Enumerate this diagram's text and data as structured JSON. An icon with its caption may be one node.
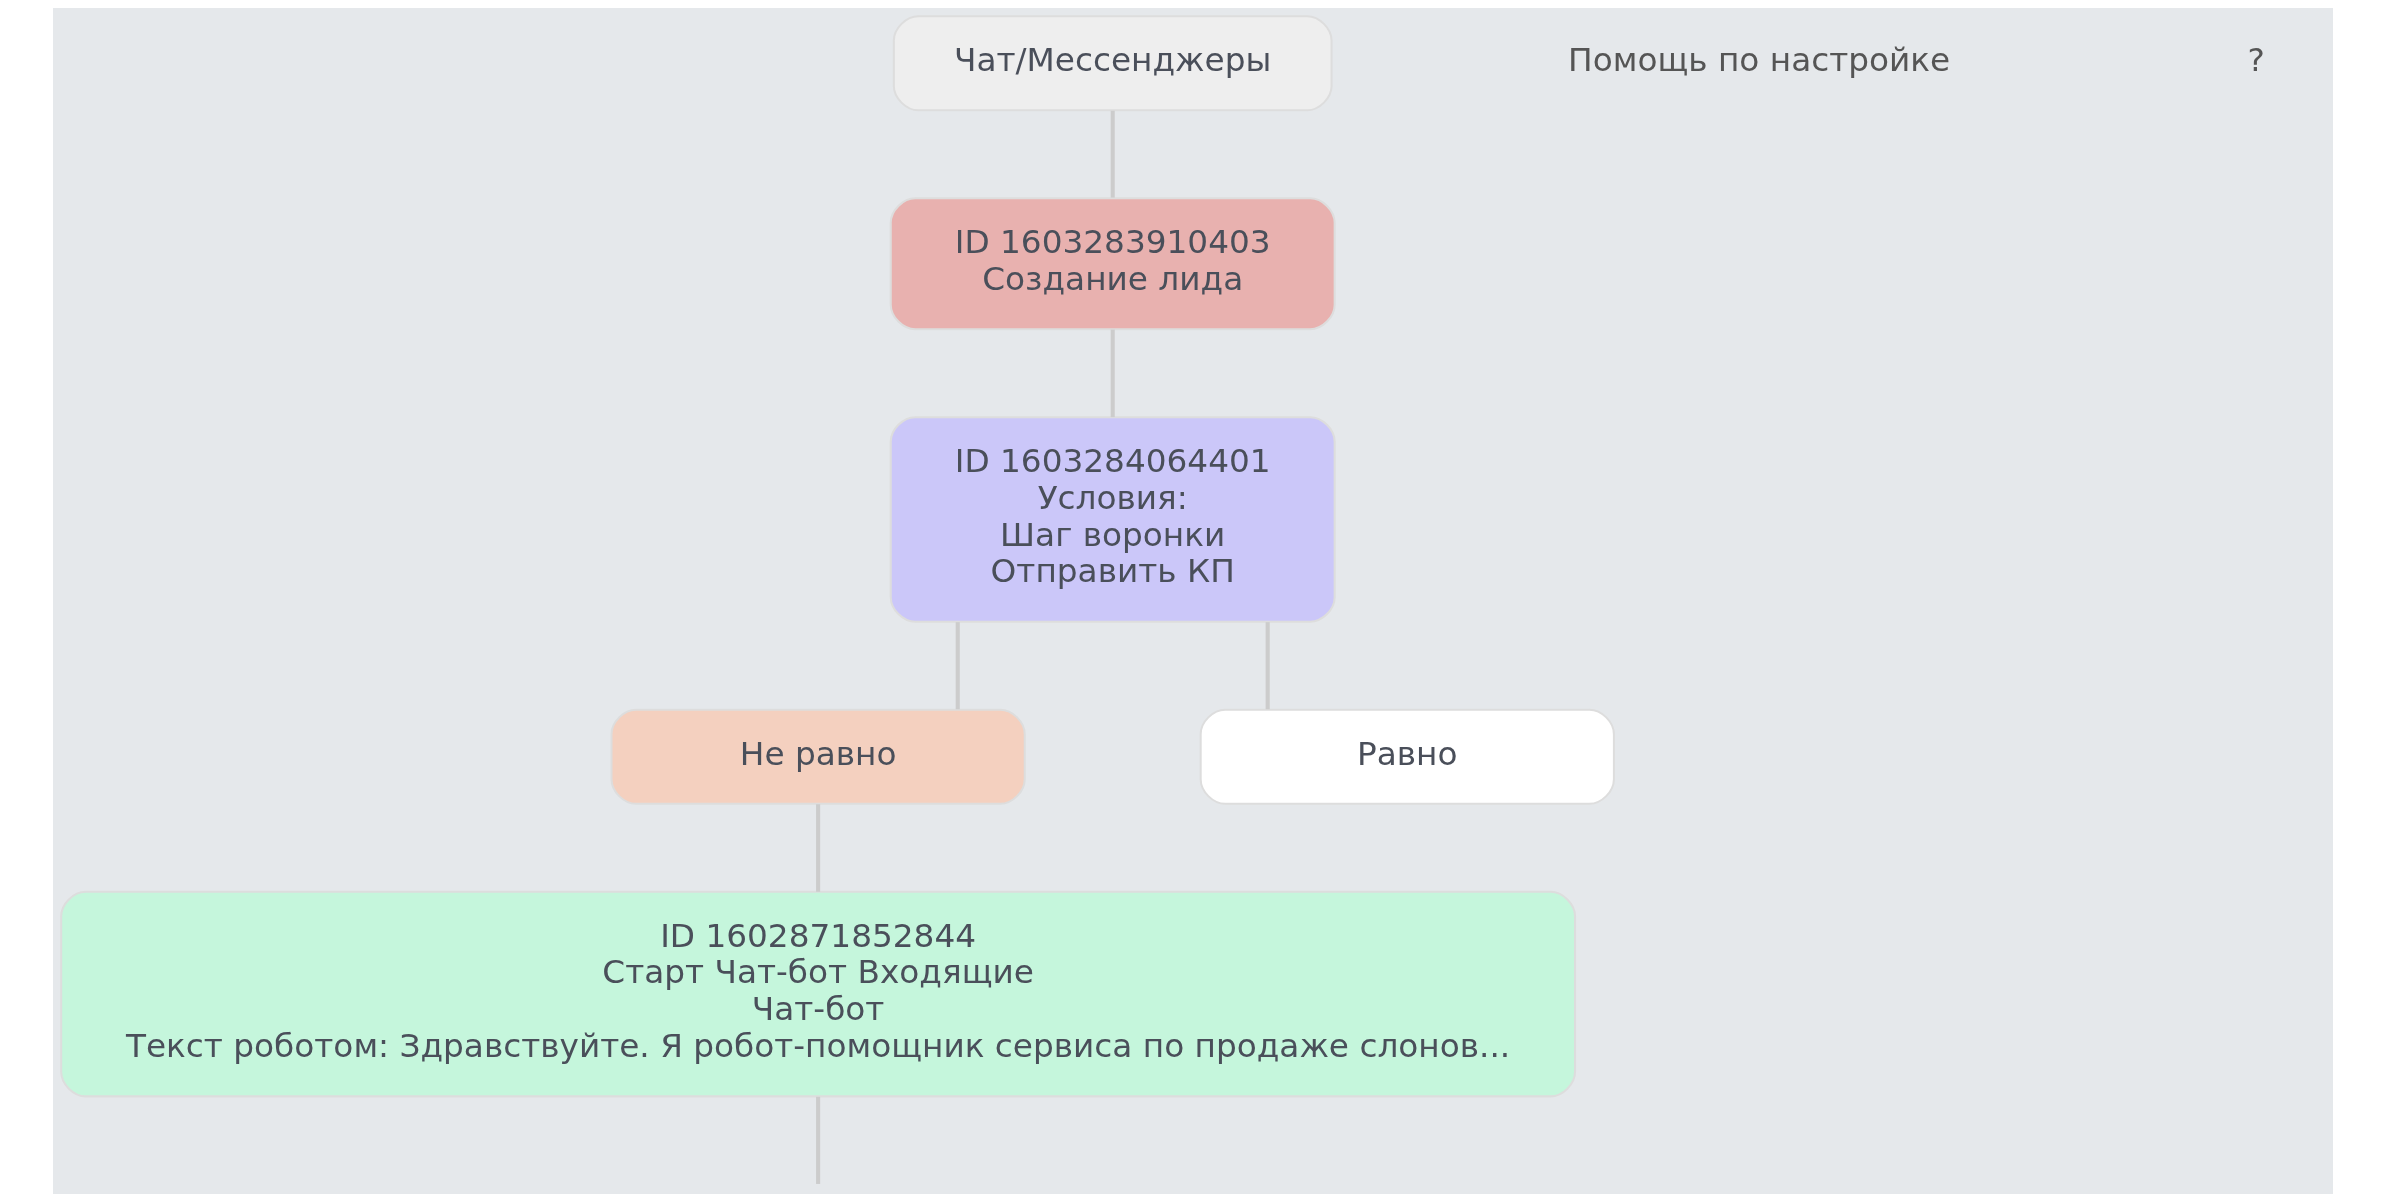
{
  "diagram": {
    "nodes": [
      {
        "text": [
          "Чат/Мессенджеры"
        ]
      },
      {
        "text": [
          "ID 1603283910403",
          "Создание лида"
        ]
      },
      {
        "text": [
          "ID 1603284064401",
          "Условия:",
          "Шаг воронки",
          "Отправить КП"
        ]
      },
      {
        "text": [
          "Не равно"
        ]
      },
      {
        "text": [
          "Равно"
        ]
      },
      {
        "text": [
          "ID 1602871852844",
          "Старт Чат-бот Входящие",
          "Чат-бот",
          "Текст роботом: Здравствуйте. Я робот-помощник сервиса по продаже слонов..."
        ]
      }
    ],
    "edges": [
      {
        "from": 0,
        "to": 1,
        "arrow": "none"
      },
      {
        "from": 1,
        "to": 2,
        "arrow": "none"
      },
      {
        "from": 2,
        "to": 3,
        "arrow": "none"
      },
      {
        "from": 2,
        "to": 4,
        "arrow": "none"
      },
      {
        "from": 3,
        "to": 5,
        "arrow": "none"
      },
      {
        "from": 5,
        "to": null,
        "arrow": "none"
      }
    ],
    "labels": [
      "Помощь по настройке",
      "?"
    ]
  }
}
